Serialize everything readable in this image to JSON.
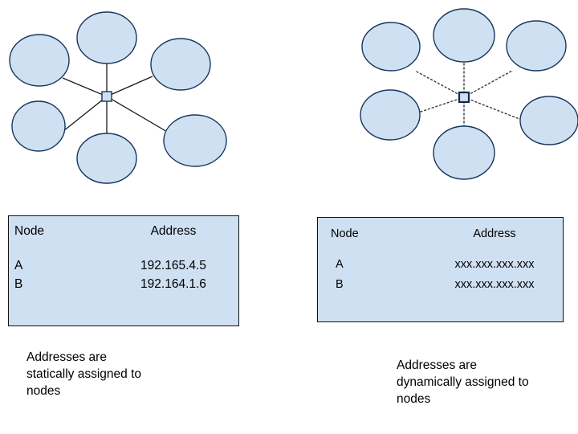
{
  "diagrams": {
    "static": {
      "name": "static-network-topology",
      "hub_label": "central-hub",
      "link_style": "solid",
      "node_count": 6
    },
    "dynamic": {
      "name": "dynamic-network-topology",
      "hub_label": "central-hub",
      "link_style": "dotted",
      "node_count": 6
    }
  },
  "tables": {
    "static": {
      "headers": [
        "Node",
        "Address"
      ],
      "rows": [
        {
          "node": "A",
          "address": "192.165.4.5"
        },
        {
          "node": "B",
          "address": "192.164.1.6"
        }
      ]
    },
    "dynamic": {
      "headers": [
        "Node",
        "Address"
      ],
      "rows": [
        {
          "node": "A",
          "address": "xxx.xxx.xxx.xxx"
        },
        {
          "node": "B",
          "address": "xxx.xxx.xxx.xxx"
        }
      ]
    }
  },
  "captions": {
    "static": "Addresses are\nstatically assigned to\nnodes",
    "dynamic": "Addresses are\ndynamically assigned to\nnodes"
  },
  "colors": {
    "shape_fill": "#cfe0f2",
    "shape_stroke": "#17365d",
    "table_fill": "#cfe0f2",
    "table_border": "#111111",
    "link": "#1a1a1a",
    "background": "#ffffff",
    "text": "#000000"
  }
}
